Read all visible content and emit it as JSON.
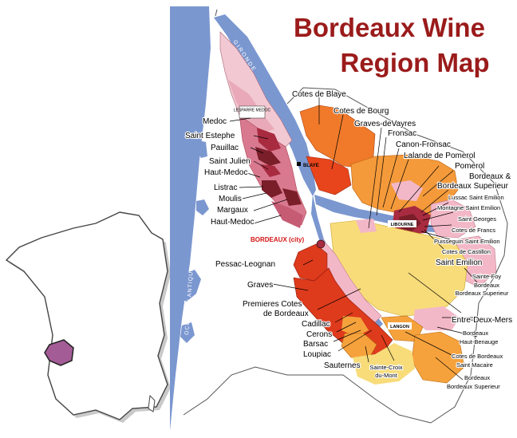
{
  "title": {
    "line1": "Bordeaux Wine",
    "line2": "Region Map"
  },
  "water_labels": {
    "ocean": "OCEAN ATLANTIQUE",
    "river": "GIRONDE"
  },
  "towns": {
    "lesparre": "LESPARRE MEDOC",
    "blaye": "BLAYE",
    "libourne": "LIBOURNE",
    "langon": "LANGON"
  },
  "city_label": "BORDEAUX (city)",
  "labels": {
    "medoc": "Medoc",
    "saint_estephe": "Saint Estephe",
    "pauillac": "Pauillac",
    "saint_julien": "Saint Julien",
    "haut_medoc_1": "Haut-Medoc",
    "listrac": "Listrac",
    "moulis": "Moulis",
    "margaux": "Margaux",
    "haut_medoc_2": "Haut-Medoc",
    "cotes_de_blaye": "Cotes de Blaye",
    "cotes_de_bourg": "Cotes de Bourg",
    "graves_de_vayres": "Graves-deVayres",
    "fronsac": "Fronsac",
    "canon_fronsac": "Canon-Fronsac",
    "lalande_de_pomerol": "Lalande de Pomerol",
    "pomerol": "Pomerol",
    "bordeaux_superieur_1a": "Bordeaux &",
    "bordeaux_superieur_1b": "Bordeaux Superieur",
    "lussac": "Lussac Saint Emilion",
    "montagne": "Montagne Saint Emilion",
    "saint_georges": "Saint Georges",
    "cotes_de_francs": "Cotes de Francs",
    "puisseguin": "Puisseguin Saint Emilion",
    "cotes_de_castillon": "Cotes de Castillon",
    "saint_emilion": "Saint Emilion",
    "pessac_leognan": "Pessac-Leognan",
    "graves": "Graves",
    "premieres_cotes_a": "Premieres Cotes",
    "premieres_cotes_b": "de Bordeaux",
    "cadillac": "Cadillac",
    "cerons": "Cerons",
    "barsac": "Barsac",
    "loupiac": "Loupiac",
    "sauternes": "Sauternes",
    "sainte_croix_a": "Sainte-Croix",
    "sainte_croix_b": "du-Mont",
    "sainte_foy_a": "Sainte-Foy",
    "sainte_foy_b": "Bordeaux",
    "sainte_foy_c": "Bordeaux Superieur",
    "entre_deux_mers": "Entre-Deux-Mers",
    "haut_benauge_a": "Bordeaux",
    "haut_benauge_b": "Haut-Benauge",
    "saint_macaire_a": "Cotes de Bordeaux",
    "saint_macaire_b": "Saint Macaire",
    "bordeaux_superieur_2a": "Bordeaux",
    "bordeaux_superieur_2b": "Bordeaux Superieur"
  },
  "colors": {
    "title": "#9b1b1b",
    "water": "#7b97d0",
    "land": "#ffffff",
    "medoc_light": "#f2c8d2",
    "medoc_mid": "#d9798f",
    "medoc_dark": "#a82b40",
    "commune_dark": "#7a1e2a",
    "blaye": "#f07a2a",
    "bourg": "#e8451c",
    "right_bank": "#f49a3a",
    "pink": "#f3b8c8",
    "entre_deux_mers": "#f8dc7a",
    "graves": "#de3a1c",
    "sauternes_orange": "#f6a23c",
    "france_fill": "#ffffff",
    "bordeaux_region": "#a35c96"
  }
}
